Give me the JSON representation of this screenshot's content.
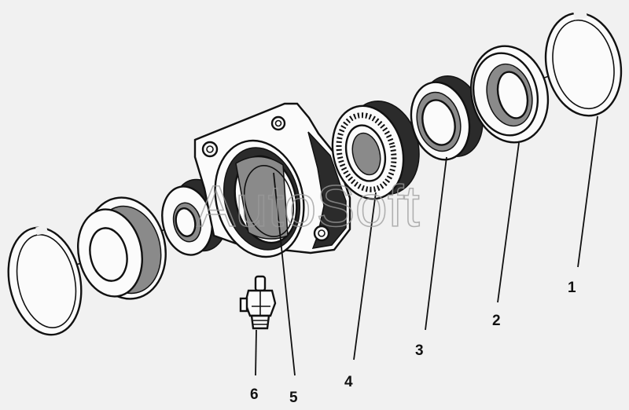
{
  "watermark": "AutoSoft",
  "callouts": [
    "1",
    "2",
    "3",
    "4",
    "5",
    "6"
  ]
}
